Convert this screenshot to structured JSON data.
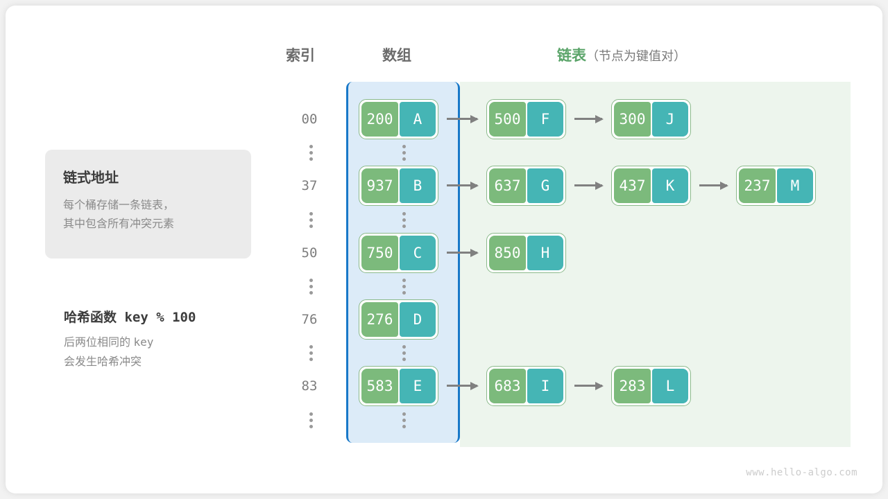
{
  "watermark": "www.hello-algo.com",
  "headings": {
    "index": "索引",
    "array": "数组",
    "list_main": "链表",
    "list_sub": "（节点为键值对）"
  },
  "info_card": {
    "title": "链式地址",
    "line1": "每个桶存储一条链表，",
    "line2": "其中包含所有冲突元素"
  },
  "hash_note": {
    "title": "哈希函数 key % 100",
    "line1_cn": "后两位相同的 ",
    "line1_mono": "key",
    "line2": "会发生哈希冲突"
  },
  "colors": {
    "key_box": "#7cba7c",
    "value_box": "#45b5b5",
    "node_border": "#8ab98a",
    "array_region_bg": "#dcebf8",
    "array_region_border": "#1878c8",
    "list_region_bg": "#edf5ed",
    "arrow": "#808080",
    "heading_gray": "#6b6b6b",
    "heading_green": "#5aa469"
  },
  "rows": [
    {
      "index": "00",
      "bucket": {
        "key": "200",
        "value": "A"
      },
      "chain": [
        {
          "key": "500",
          "value": "F"
        },
        {
          "key": "300",
          "value": "J"
        }
      ]
    },
    {
      "index": "37",
      "bucket": {
        "key": "937",
        "value": "B"
      },
      "chain": [
        {
          "key": "637",
          "value": "G"
        },
        {
          "key": "437",
          "value": "K"
        },
        {
          "key": "237",
          "value": "M"
        }
      ]
    },
    {
      "index": "50",
      "bucket": {
        "key": "750",
        "value": "C"
      },
      "chain": [
        {
          "key": "850",
          "value": "H"
        }
      ]
    },
    {
      "index": "76",
      "bucket": {
        "key": "276",
        "value": "D"
      },
      "chain": []
    },
    {
      "index": "83",
      "bucket": {
        "key": "583",
        "value": "E"
      },
      "chain": [
        {
          "key": "683",
          "value": "I"
        },
        {
          "key": "283",
          "value": "L"
        }
      ]
    }
  ],
  "ellipsis_rows": 6
}
